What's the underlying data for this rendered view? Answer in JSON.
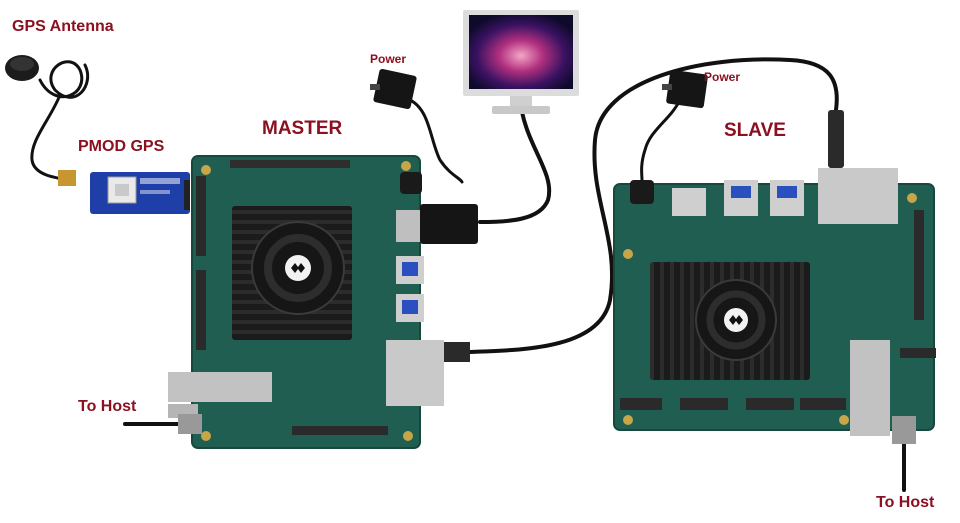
{
  "labels": {
    "gps_antenna": "GPS Antenna",
    "pmod_gps": "PMOD GPS",
    "master": "MASTER",
    "slave": "SLAVE",
    "power_master": "Power",
    "power_slave": "Power",
    "to_host_master": "To Host",
    "to_host_slave": "To Host"
  },
  "colors": {
    "label": "#8b1020",
    "pcb": "#1f5e50",
    "cable": "#111111",
    "heatsink": "#1a1a1a"
  }
}
